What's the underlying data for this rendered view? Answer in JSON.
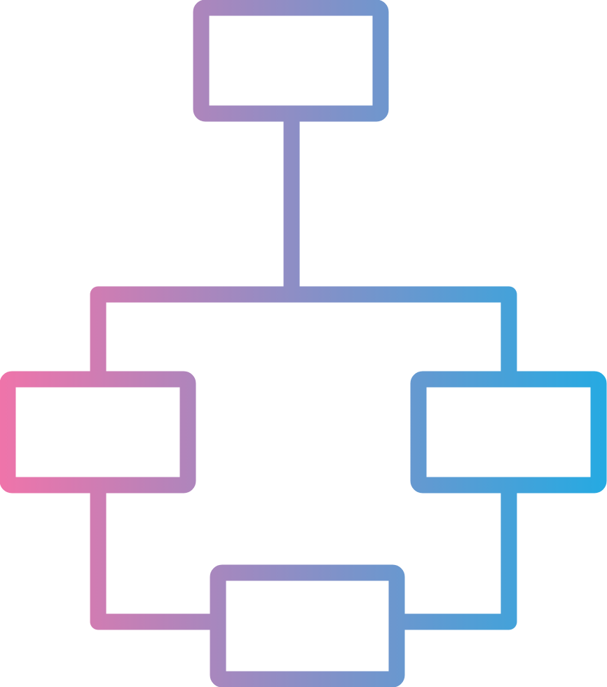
{
  "icon": {
    "name": "hierarchy-flowchart-icon",
    "style": "line-gradient",
    "gradient": {
      "start_color": "#EF74AA",
      "end_color": "#25AAE2",
      "direction": "left-to-right"
    },
    "nodes": [
      "top",
      "left",
      "right",
      "bottom"
    ],
    "connections": [
      [
        "top",
        "left"
      ],
      [
        "top",
        "right"
      ],
      [
        "left",
        "bottom"
      ],
      [
        "right",
        "bottom"
      ]
    ]
  }
}
